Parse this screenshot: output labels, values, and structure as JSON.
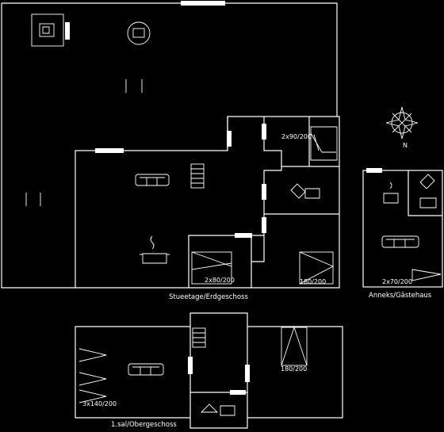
{
  "captions": {
    "main": "Stueetage/Erdgeschoss",
    "annex": "Anneks/Gästehaus",
    "upper": "1.sal/Obergeschoss"
  },
  "beds": {
    "main_top_right": "2x90/200",
    "main_middle": "2x80/200",
    "main_bottom_right": "180/200",
    "annex": "2x70/200",
    "upper_left": "3x140/200",
    "upper_right": "180/200"
  },
  "compass": {
    "north": "N"
  },
  "colors": {
    "background": "#000000",
    "lines": "#ffffff"
  }
}
